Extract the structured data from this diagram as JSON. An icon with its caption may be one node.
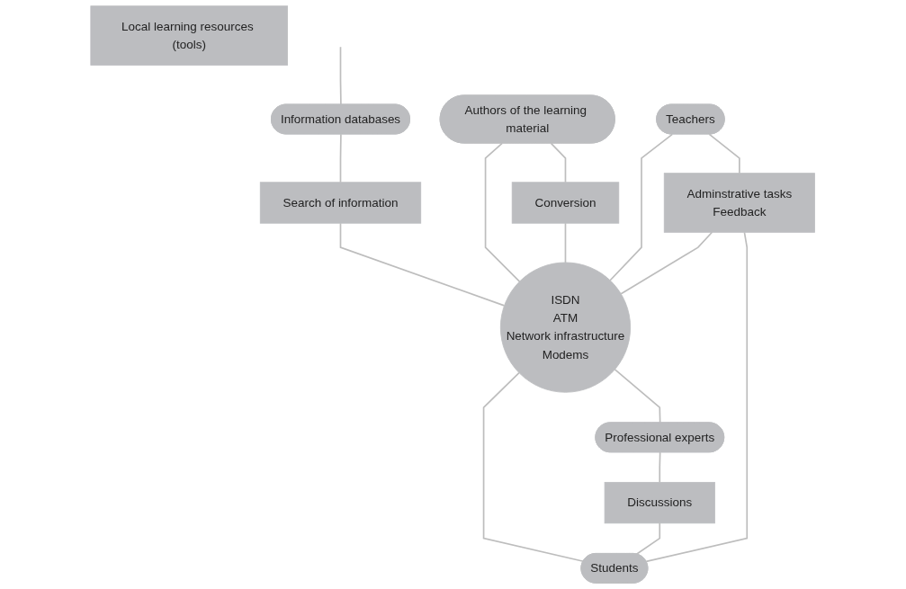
{
  "diagram": {
    "nodes": [
      {
        "text": [
          "Information databases"
        ]
      },
      {
        "text": [
          "Search of information"
        ]
      },
      {
        "text": [
          "Authors of the learning material"
        ]
      },
      {
        "text": [
          "Teachers"
        ]
      },
      {
        "text": [
          "ISDN",
          "ATM",
          "Network infrastructure",
          "Modems"
        ]
      },
      {
        "text": [
          "Conversion"
        ]
      },
      {
        "text": [
          "Adminstrative tasks",
          "Feedback"
        ]
      },
      {
        "text": [
          "Students"
        ]
      },
      {
        "text": [
          "Professional experts"
        ]
      },
      {
        "text": [
          "Discussions"
        ]
      },
      {
        "text": [
          "Local learning resources (tools)"
        ]
      }
    ],
    "edges": [
      {
        "from": null,
        "to": 0,
        "arrow": "none"
      },
      {
        "from": 0,
        "to": 1,
        "arrow": "none"
      },
      {
        "from": 1,
        "to": 4,
        "arrow": "none"
      },
      {
        "from": 2,
        "to": 4,
        "arrow": "none"
      },
      {
        "from": 2,
        "to": 5,
        "arrow": "none"
      },
      {
        "from": 5,
        "to": 4,
        "arrow": "none"
      },
      {
        "from": 3,
        "to": 4,
        "arrow": "none"
      },
      {
        "from": 3,
        "to": 6,
        "arrow": "none"
      },
      {
        "from": 6,
        "to": 4,
        "arrow": "none"
      },
      {
        "from": 6,
        "to": 7,
        "arrow": "none"
      },
      {
        "from": 4,
        "to": 7,
        "arrow": "none"
      },
      {
        "from": 4,
        "to": 8,
        "arrow": "none"
      },
      {
        "from": 8,
        "to": 9,
        "arrow": "none"
      },
      {
        "from": 9,
        "to": 7,
        "arrow": "none"
      }
    ]
  }
}
